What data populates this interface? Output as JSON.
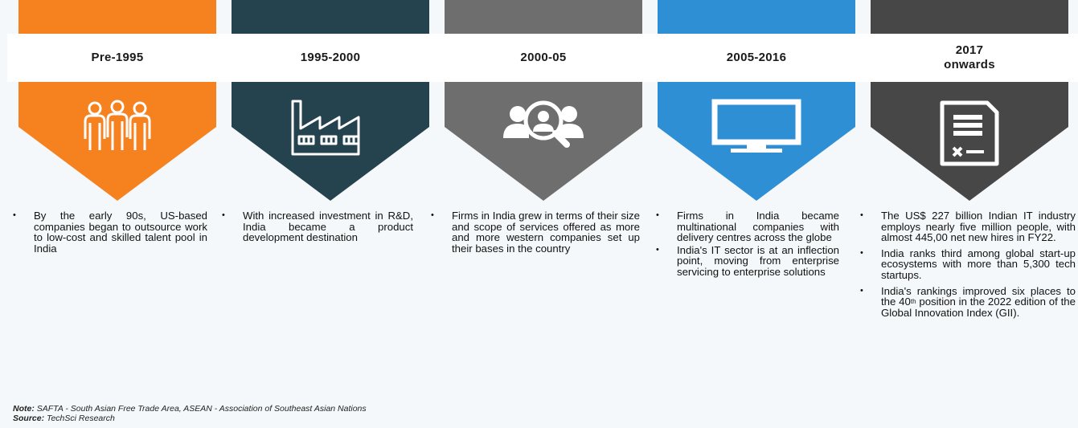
{
  "stages": [
    {
      "title": "Pre-1995",
      "color": "#f5821f",
      "icon": "team-icon",
      "bullets": [
        "By the early 90s, US-based companies began to outsource work to low-cost and skilled talent pool in India"
      ]
    },
    {
      "title": "1995-2000",
      "color": "#25434f",
      "icon": "factory-icon",
      "bullets": [
        "With increased investment in R&D, India became a product development destination"
      ]
    },
    {
      "title": "2000-05",
      "color": "#6e6e6e",
      "icon": "people-search-icon",
      "bullets": [
        "Firms in India grew in terms of their size and scope of services offered as more and more western companies set up their bases in the country"
      ]
    },
    {
      "title": "2005-2016",
      "color": "#2e8fd4",
      "icon": "monitor-icon",
      "bullets": [
        "Firms in India became multinational companies with delivery centres across the globe",
        "India's IT sector is at an inflection point, moving from enterprise servicing to enterprise solutions"
      ]
    },
    {
      "title": "2017\nonwards",
      "color": "#474747",
      "icon": "document-icon",
      "bullets": [
        "The US$ 227 billion Indian IT industry employs nearly five million people, with almost 445,00 net new hires in FY22.",
        "India ranks third among global start-up ecosystems with more than 5,300 tech startups.",
        "India's rankings improved six places to the 40",
        "position in the 2022 edition of the Global Innovation Index (GII)."
      ],
      "superscript": "th"
    }
  ],
  "note": {
    "label": "Note:",
    "text": "SAFTA - South Asian Free Trade Area, ASEAN - Association of Southeast Asian Nations"
  },
  "source": {
    "label": "Source:",
    "text": "TechSci Research"
  }
}
